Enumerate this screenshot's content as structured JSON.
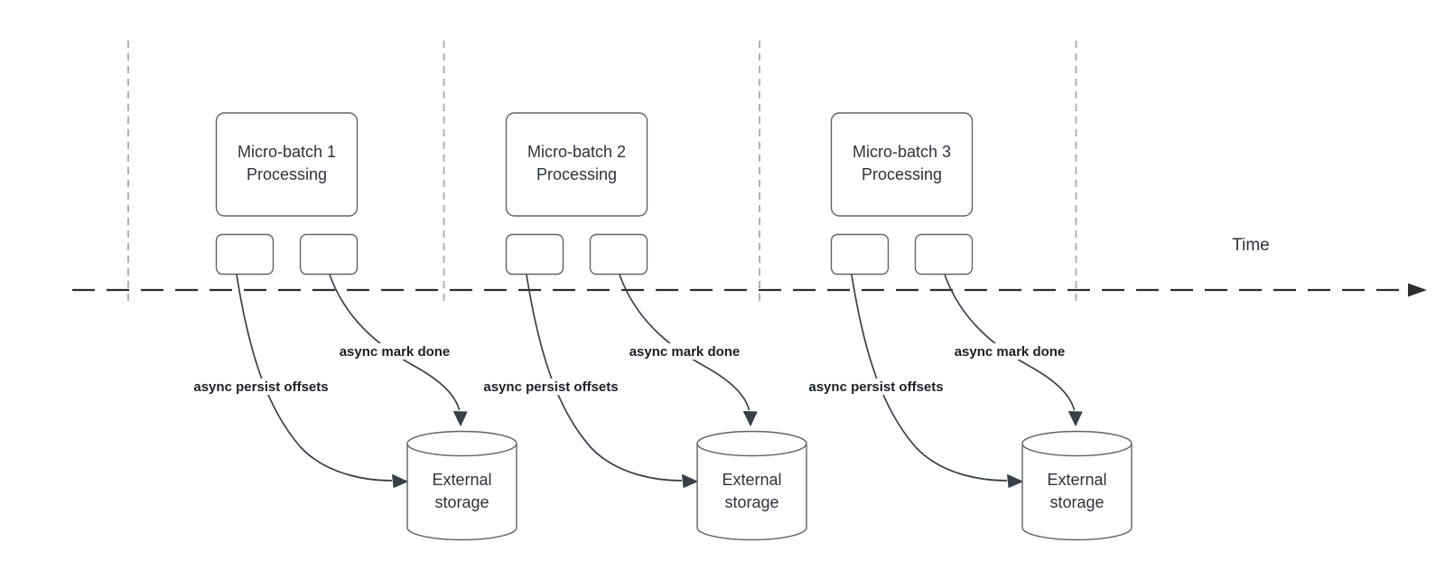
{
  "colors": {
    "background": "#ffffff",
    "node_stroke": "#5f6368",
    "connector": "#3a4049",
    "text": "#2e323b",
    "label_text": "#1b1f26",
    "gridline": "#a9a9a9",
    "time_axis": "#2e2e2e"
  },
  "timeline": {
    "label": "Time"
  },
  "batches": [
    {
      "title_line1": "Micro-batch 1",
      "title_line2": "Processing",
      "persist_label": "async persist offsets",
      "mark_done_label": "async mark done",
      "storage_line1": "External",
      "storage_line2": "storage"
    },
    {
      "title_line1": "Micro-batch 2",
      "title_line2": "Processing",
      "persist_label": "async persist offsets",
      "mark_done_label": "async mark done",
      "storage_line1": "External",
      "storage_line2": "storage"
    },
    {
      "title_line1": "Micro-batch 3",
      "title_line2": "Processing",
      "persist_label": "async persist offsets",
      "mark_done_label": "async mark done",
      "storage_line1": "External",
      "storage_line2": "storage"
    }
  ]
}
